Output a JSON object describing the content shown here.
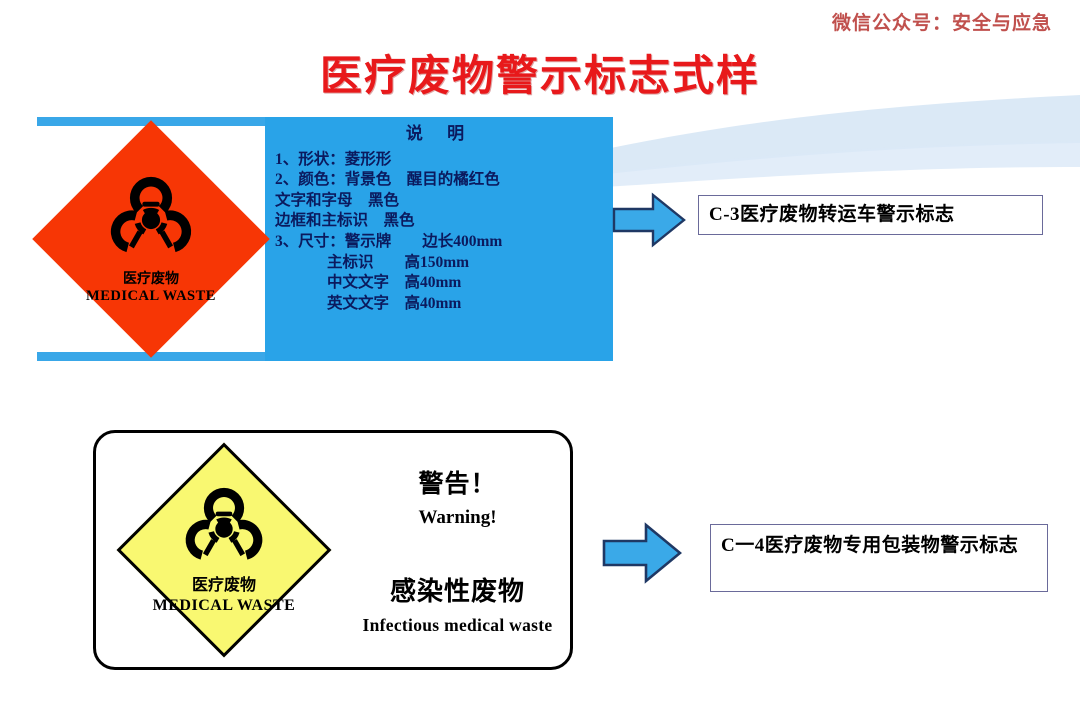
{
  "watermark": {
    "text": "微信公众号：安全与应急"
  },
  "title": {
    "text": "医疗废物警示标志式样"
  },
  "colors": {
    "title_red": "#e8191b",
    "watermark_red": "#c0504d",
    "panel_blue": "#29a3e8",
    "bar_blue": "#39a7e8",
    "diamond_orange_red": "#f73605",
    "diamond_yellow": "#f9f871",
    "arrow_fill": "#3aa9e8",
    "arrow_stroke": "#1f3864",
    "text_navy": "#0b1a5e",
    "caption_border": "#6a6a9a"
  },
  "top_section": {
    "sign": {
      "icon": "biohazard-icon",
      "chinese_label": "医疗废物",
      "english_label": "MEDICAL WASTE",
      "background_color": "#f73605"
    },
    "description": {
      "heading": "说    明",
      "lines": [
        {
          "text": "1、形状：菱形形",
          "indent": false
        },
        {
          "text": "2、颜色：背景色　醒目的橘红色",
          "indent": false
        },
        {
          "text": "文字和字母　黑色",
          "indent": false
        },
        {
          "text": "边框和主标识　黑色",
          "indent": false
        },
        {
          "text": "3、尺寸：警示牌　　边长400mm",
          "indent": false
        },
        {
          "text": "主标识　　高150mm",
          "indent": true
        },
        {
          "text": "中文文字　高40mm",
          "indent": true
        },
        {
          "text": "英文文字　高40mm",
          "indent": true
        }
      ]
    },
    "arrow": "right-arrow-icon",
    "caption": "C-3医疗废物转运车警示标志"
  },
  "bottom_section": {
    "label": {
      "icon": "biohazard-icon",
      "chinese_label": "医疗废物",
      "english_label": "MEDICAL WASTE",
      "background_color": "#f9f871",
      "warning_cn": "警告！",
      "warning_en": "Warning!",
      "infectious_cn": "感染性废物",
      "infectious_en": "Infectious medical waste"
    },
    "arrow": "right-arrow-icon",
    "caption": "C一4医疗废物专用包装物警示标志"
  }
}
